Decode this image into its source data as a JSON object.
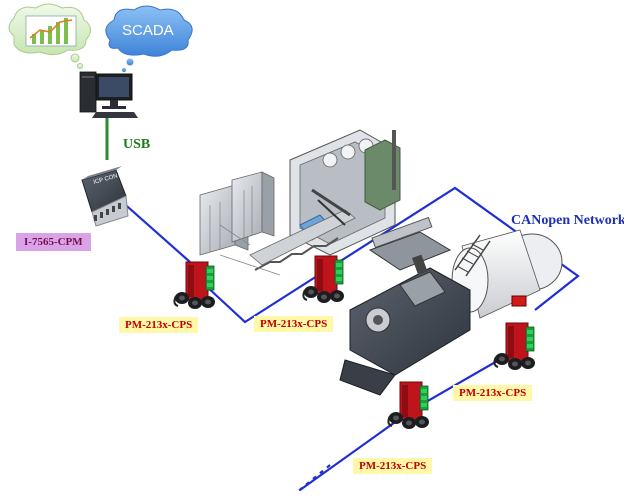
{
  "labels": {
    "scada": "SCADA",
    "usb": "USB",
    "converter": "I-7565-CPM",
    "network": "CANopen Network",
    "module_1": "PM-213x-CPS",
    "module_2": "PM-213x-CPS",
    "module_3": "PM-213x-CPS",
    "module_4": "PM-213x-CPS"
  },
  "converter_badge": "ICP CON",
  "colors": {
    "can_line": "#1f2fd4",
    "usb_line": "#2e8b2e",
    "module_red": "#c0141c",
    "module_green": "#1e9e3a",
    "label_yellow": "#fff8a8",
    "label_purple": "#d9a3e8",
    "cloud_green": "#d9efc9",
    "cloud_blue": "#5b9be6"
  },
  "icons": [
    "trend-chart-cloud-icon",
    "scada-cloud-icon",
    "computer-icon",
    "converter-icon",
    "power-meter-icon",
    "factory-machine-icon",
    "lathe-machine-icon"
  ]
}
